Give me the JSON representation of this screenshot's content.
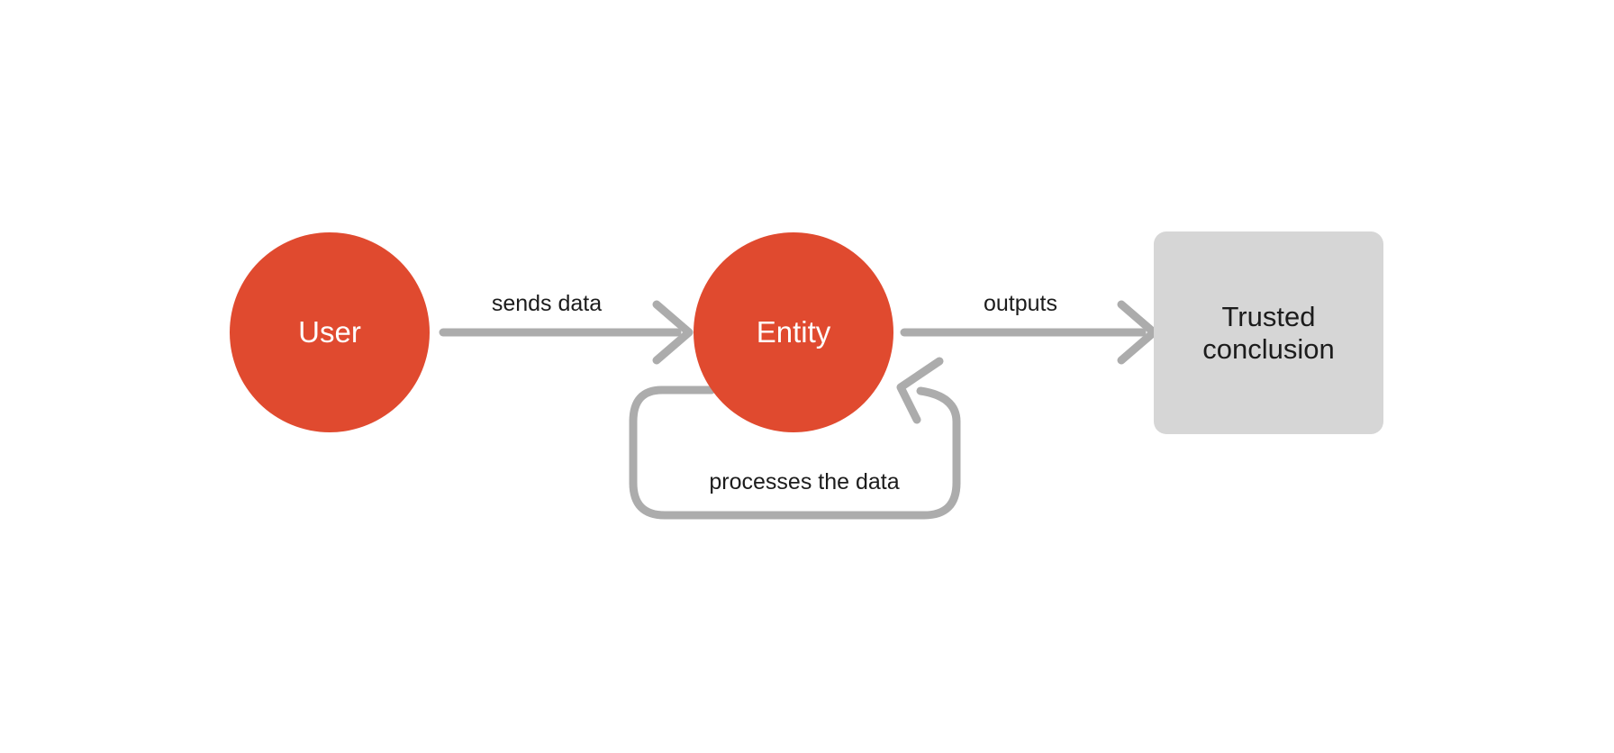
{
  "diagram": {
    "type": "flow-diagram",
    "background_color": "#ffffff",
    "nodes": [
      {
        "id": "user",
        "label": "User",
        "shape": "circle",
        "fill": "#e04a2f",
        "text_color": "#ffffff"
      },
      {
        "id": "entity",
        "label": "Entity",
        "shape": "circle",
        "fill": "#e04a2f",
        "text_color": "#ffffff"
      },
      {
        "id": "conclusion",
        "label": "Trusted\nconclusion",
        "shape": "rounded-rectangle",
        "fill": "#d6d6d6",
        "text_color": "#1c1c1c"
      }
    ],
    "edges": [
      {
        "id": "user-to-entity",
        "label": "sends data",
        "from": "user",
        "to": "entity",
        "color": "#acacac",
        "arrowhead": "open-chevron"
      },
      {
        "id": "entity-self-loop",
        "label": "processes the data",
        "from": "entity",
        "to": "entity",
        "color": "#acacac",
        "arrowhead": "open-chevron"
      },
      {
        "id": "entity-to-conclusion",
        "label": "outputs",
        "from": "entity",
        "to": "conclusion",
        "color": "#acacac",
        "arrowhead": "open-chevron"
      }
    ]
  }
}
